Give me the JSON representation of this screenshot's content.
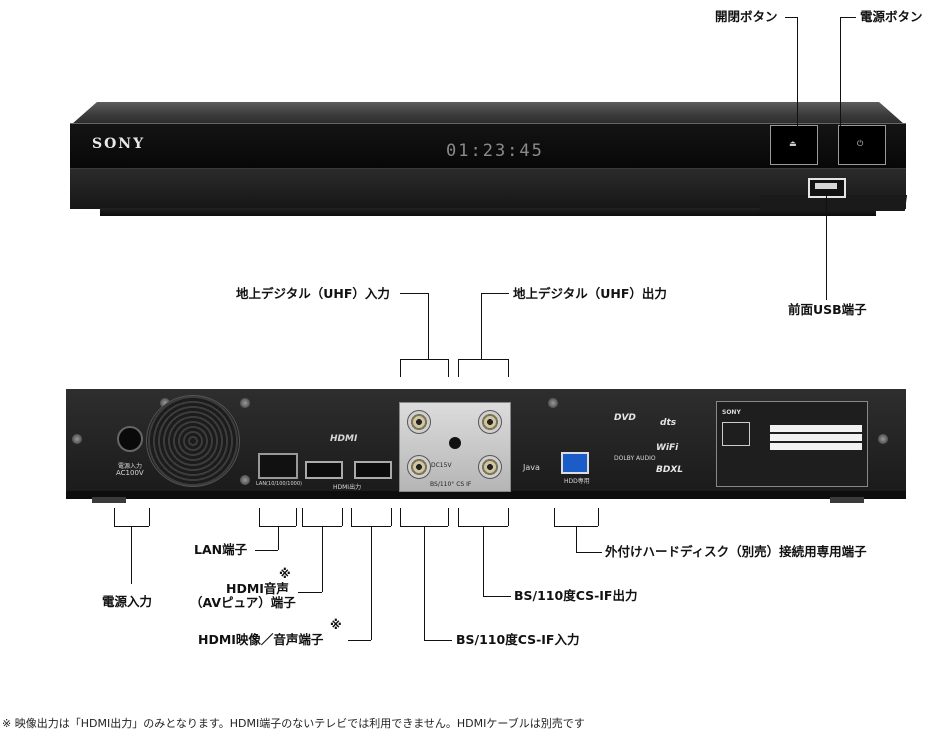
{
  "front": {
    "brand": "SONY",
    "display_time": "01:23:45",
    "eject_glyph": "⏏",
    "power_glyph": "⏻",
    "callouts": {
      "open_close": "開閉ボタン",
      "power": "電源ボタン",
      "front_usb": "前面USB端子"
    }
  },
  "back": {
    "callouts": {
      "terrestrial_in": "地上デジタル（UHF）入力",
      "terrestrial_out": "地上デジタル（UHF）出力",
      "power_in": "電源入力",
      "lan": "LAN端子",
      "hdmi_av_mark": "※",
      "hdmi_av_line1": "HDMI音声",
      "hdmi_av_line2": "（AVピュア）端子",
      "hdmi_main": "HDMI映像／音声端子",
      "hdmi_main_mark": "※",
      "bs_in": "BS/110度CS-IF入力",
      "bs_out": "BS/110度CS-IF出力",
      "ext_hdd": "外付けハードディスク（別売）接続用専用端子"
    },
    "panel_labels": {
      "ac_in": "AC100V",
      "ac_label": "電源入力",
      "lan_port": "LAN(10/100/1000)",
      "hdmi_logo": "HDMI",
      "hdmi_out": "HDMI出力",
      "bs_if": "BS/110° CS IF",
      "dc": "DC15V",
      "hdd": "HDD専用",
      "java": "Java",
      "dvd": "DVD",
      "dts": "dts",
      "dolby": "DOLBY AUDIO",
      "wifi": "WiFi",
      "bdxl": "BDXL",
      "plate_brand": "SONY"
    }
  },
  "footnote": "※ 映像出力は「HDMI出力」のみとなります。HDMI端子のないテレビでは利用できません。HDMIケーブルは別売です"
}
